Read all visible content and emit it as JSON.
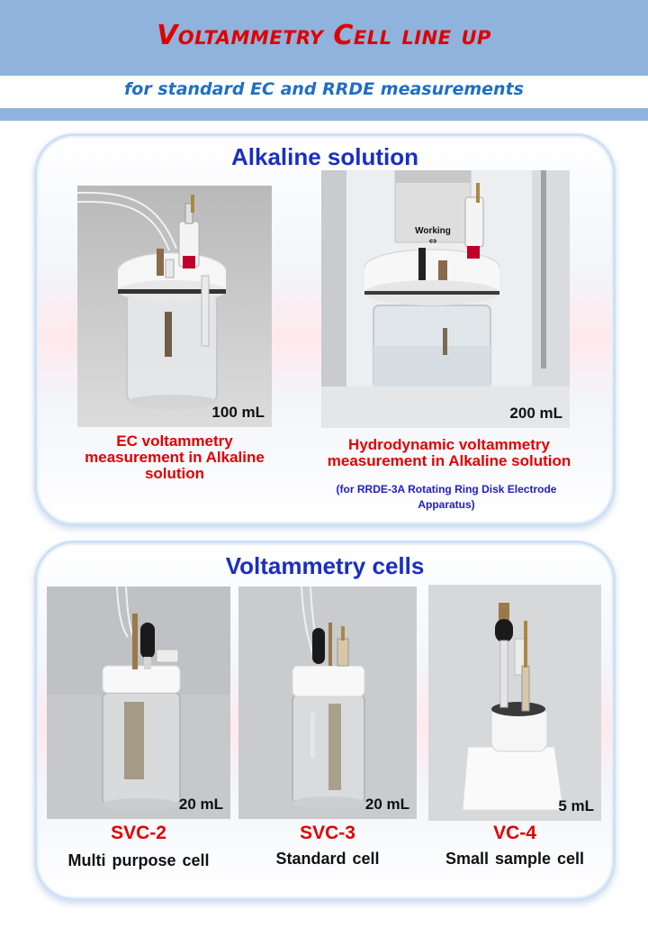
{
  "header": {
    "title": "Voltammetry Cell line up",
    "subtitle": "for standard EC and RRDE measurements"
  },
  "alkaline": {
    "heading": "Alkaline solution",
    "items": [
      {
        "volume": "100 mL",
        "caption": "EC voltammetry measurement in Alkaline solution"
      },
      {
        "volume": "200 mL",
        "caption": "Hydrodynamic voltammetry measurement in Alkaline solution",
        "note": "(for RRDE-3A Rotating Ring Disk Electrode Apparatus)",
        "photo_label": "Working"
      }
    ]
  },
  "cells": {
    "heading": "Voltammetry cells",
    "items": [
      {
        "volume": "20 mL",
        "model": "SVC-2",
        "description": "Multi purpose cell"
      },
      {
        "volume": "20 mL",
        "model": "SVC-3",
        "description": "Standard cell"
      },
      {
        "volume": "5 mL",
        "model": "VC-4",
        "description": "Small sample cell"
      }
    ]
  },
  "colors": {
    "band": "#8fb3dd",
    "title_red": "#e00000",
    "subtitle_blue": "#1f6fc2",
    "heading_blue": "#1a2fbf"
  }
}
